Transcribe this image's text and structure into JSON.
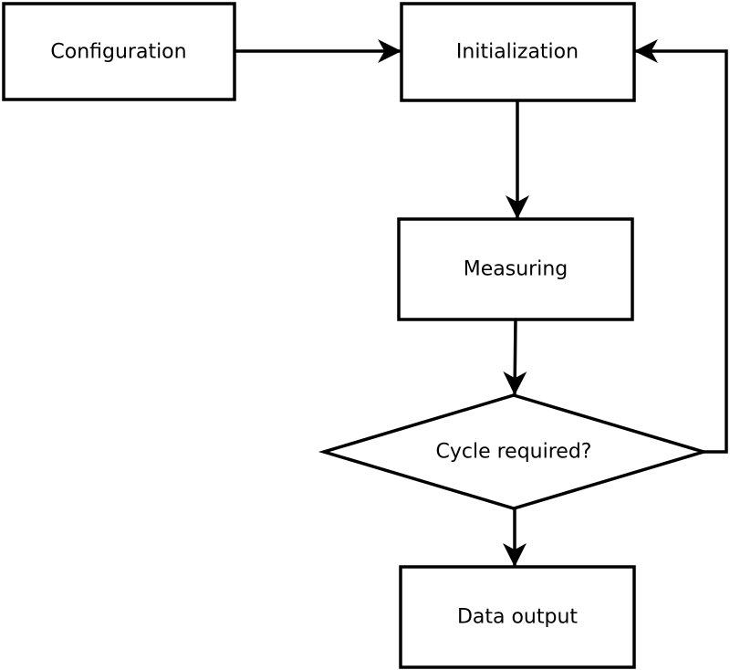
{
  "diagram": {
    "type": "flowchart",
    "colors": {
      "background": "#ffffff",
      "stroke": "#000000",
      "node_fill": "#ffffff",
      "text": "#000000"
    },
    "nodes": [
      {
        "id": "configuration",
        "label": "Configuration",
        "shape": "rectangle"
      },
      {
        "id": "initialization",
        "label": "Initialization",
        "shape": "rectangle"
      },
      {
        "id": "measuring",
        "label": "Measuring",
        "shape": "rectangle"
      },
      {
        "id": "cycle-required",
        "label": "Cycle required?",
        "shape": "diamond"
      },
      {
        "id": "data-output",
        "label": "Data output",
        "shape": "rectangle"
      }
    ],
    "edges": [
      {
        "from": "configuration",
        "to": "initialization",
        "kind": "straight"
      },
      {
        "from": "initialization",
        "to": "measuring",
        "kind": "straight"
      },
      {
        "from": "measuring",
        "to": "cycle-required",
        "kind": "straight"
      },
      {
        "from": "cycle-required",
        "to": "data-output",
        "kind": "straight"
      },
      {
        "from": "cycle-required",
        "to": "initialization",
        "kind": "feedback-loop"
      }
    ]
  }
}
